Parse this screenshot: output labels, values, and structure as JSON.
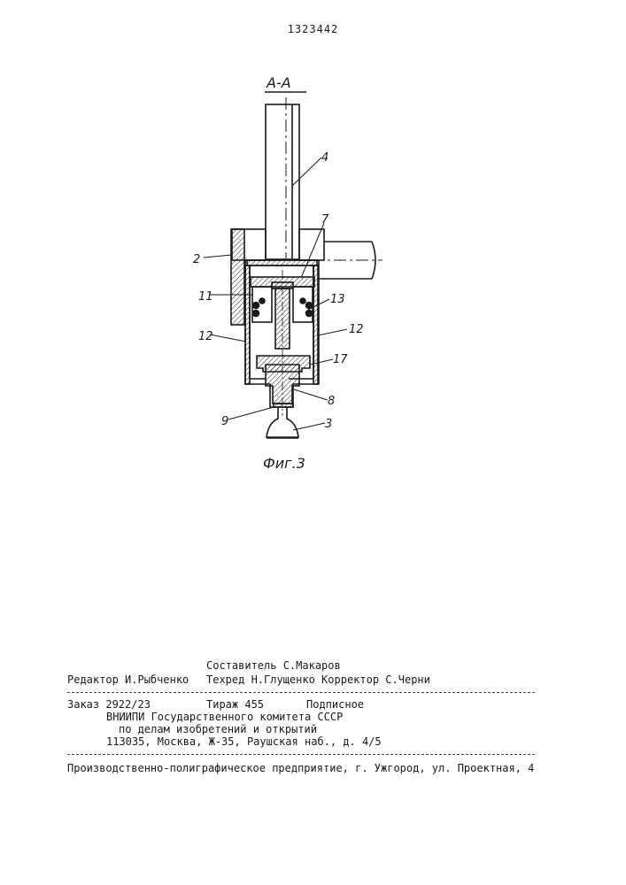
{
  "header": {
    "patent_number": "1323442"
  },
  "drawing": {
    "section_label": "А-А",
    "figure_caption": "Фиг.3",
    "callouts": [
      "4",
      "7",
      "2",
      "11",
      "13",
      "12",
      "12",
      "17",
      "8",
      "9",
      "3"
    ]
  },
  "imprint": {
    "editor": "Редактор И.Рыбченко",
    "compiler": "Составитель С.Макаров",
    "techred_corrector": "Техред Н.Глущенко Корректор С.Черни",
    "order": "Заказ 2922/23",
    "circulation": "Тираж 455",
    "subscription": "Подписное",
    "org_line1": "ВНИИПИ Государственного комитета СССР",
    "org_line2": "по делам изобретений и открытий",
    "address": "113035, Москва, Ж-35, Раушская наб., д. 4/5",
    "printer": "Производственно-полиграфическое предприятие, г. Ужгород, ул. Проектная, 4"
  }
}
